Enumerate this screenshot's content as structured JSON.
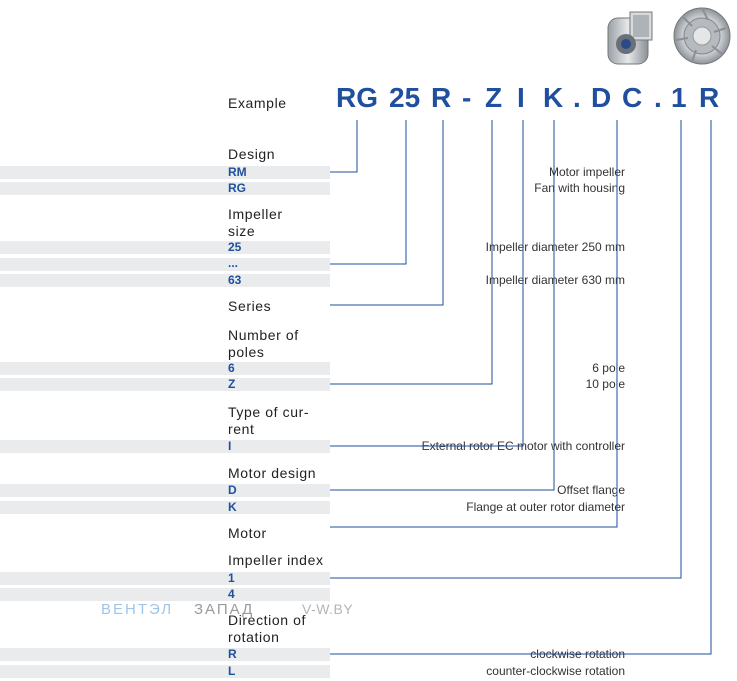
{
  "example_label": "Example",
  "code": [
    "RG",
    "25",
    "R",
    "-",
    "Z",
    "I",
    "K",
    ".",
    "D",
    "C",
    ".",
    "1",
    "R"
  ],
  "sections": {
    "design": {
      "heading": "Design",
      "rows": [
        {
          "desc": "Motor impeller",
          "val": "RM"
        },
        {
          "desc": "Fan with housing",
          "val": "RG"
        }
      ]
    },
    "impeller_size": {
      "heading_line1": "Impeller",
      "heading_line2": "size",
      "rows": [
        {
          "desc": "Impeller diameter 250 mm",
          "val": "25"
        },
        {
          "desc": "",
          "val": "..."
        },
        {
          "desc": "Impeller diameter 630 mm",
          "val": "63"
        }
      ]
    },
    "series": {
      "heading": "Series"
    },
    "poles": {
      "heading_line1": "Number of",
      "heading_line2": "poles",
      "rows": [
        {
          "desc": "6 pole",
          "val": "6"
        },
        {
          "desc": "10 pole",
          "val": "Z"
        }
      ]
    },
    "current": {
      "heading_line1": "Type of cur-",
      "heading_line2": "rent",
      "rows": [
        {
          "desc": "External rotor EC motor with controller",
          "val": "I"
        }
      ]
    },
    "motor_design": {
      "heading": "Motor design",
      "rows": [
        {
          "desc": "Offset flange",
          "val": "D"
        },
        {
          "desc": "Flange at outer rotor diameter",
          "val": "K"
        }
      ]
    },
    "motor": {
      "heading": "Motor"
    },
    "impeller_index": {
      "heading": "Impeller index",
      "rows": [
        {
          "desc": "",
          "val": "1"
        },
        {
          "desc": "",
          "val": "4"
        }
      ]
    },
    "rotation": {
      "heading_line1": "Direction of",
      "heading_line2": "rotation",
      "rows": [
        {
          "desc": "clockwise rotation",
          "val": "R"
        },
        {
          "desc": "counter-clockwise rotation",
          "val": "L"
        }
      ]
    }
  },
  "watermark": {
    "part1": "ВЕНТЭЛ",
    "part2": "ЗАПАД",
    "part3": "V-W.BY"
  },
  "colors": {
    "accent": "#1f4f9e",
    "row_bg": "#e9ebed",
    "line": "#1f4f9e"
  }
}
